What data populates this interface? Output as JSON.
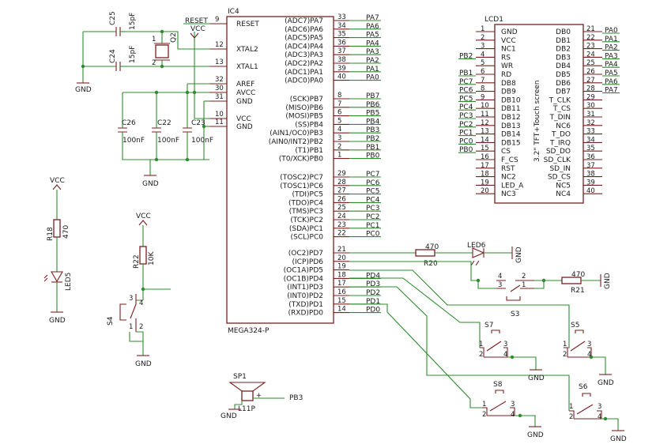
{
  "ic4": {
    "ref": "IC4",
    "part": "MEGA324-P",
    "left_pins": [
      {
        "num": "9",
        "name": "RESET"
      },
      {
        "num": "12",
        "name": "XTAL2"
      },
      {
        "num": "13",
        "name": "XTAL1"
      },
      {
        "num": "32",
        "name": "AREF"
      },
      {
        "num": "30",
        "name": "AVCC"
      },
      {
        "num": "31",
        "name": "GND"
      },
      {
        "num": "10",
        "name": "VCC"
      },
      {
        "num": "11",
        "name": "GND"
      }
    ],
    "right_pins": [
      {
        "num": "33",
        "name": "(ADC7)PA7",
        "net": "PA7"
      },
      {
        "num": "34",
        "name": "(ADC6)PA6",
        "net": "PA6"
      },
      {
        "num": "35",
        "name": "(ADC5)PA5",
        "net": "PA5"
      },
      {
        "num": "36",
        "name": "(ADC4)PA4",
        "net": "PA4"
      },
      {
        "num": "37",
        "name": "(ADC3)PA3",
        "net": "PA3"
      },
      {
        "num": "38",
        "name": "(ADC2)PA2",
        "net": "PA2"
      },
      {
        "num": "39",
        "name": "(ADC1)PA1",
        "net": "PA1"
      },
      {
        "num": "40",
        "name": "(ADC0)PA0",
        "net": "PA0"
      },
      {
        "num": "8",
        "name": "(SCK)PB7",
        "net": "PB7"
      },
      {
        "num": "7",
        "name": "(MISO)PB6",
        "net": "PB6"
      },
      {
        "num": "6",
        "name": "(MOSI)PB5",
        "net": "PB5"
      },
      {
        "num": "5",
        "name": "(SS)PB4",
        "net": "PB4"
      },
      {
        "num": "4",
        "name": "(AIN1/OC0)PB3",
        "net": "PB3"
      },
      {
        "num": "3",
        "name": "(AIN0/INT2)PB2",
        "net": "PB2"
      },
      {
        "num": "2",
        "name": "(T1)PB1",
        "net": "PB1"
      },
      {
        "num": "1",
        "name": "(T0/XCK)PB0",
        "net": "PB0"
      },
      {
        "num": "29",
        "name": "(TOSC2)PC7",
        "net": "PC7"
      },
      {
        "num": "28",
        "name": "(TOSC1)PC6",
        "net": "PC6"
      },
      {
        "num": "27",
        "name": "(TDI)PC5",
        "net": "PC5"
      },
      {
        "num": "26",
        "name": "(TDO)PC4",
        "net": "PC4"
      },
      {
        "num": "25",
        "name": "(TMS)PC3",
        "net": "PC3"
      },
      {
        "num": "24",
        "name": "(TCK)PC2",
        "net": "PC2"
      },
      {
        "num": "23",
        "name": "(SDA)PC1",
        "net": "PC1"
      },
      {
        "num": "22",
        "name": "(SCL)PC0",
        "net": "PC0"
      },
      {
        "num": "21",
        "name": "(OC2)PD7",
        "net": ""
      },
      {
        "num": "20",
        "name": "(ICP)PD6",
        "net": ""
      },
      {
        "num": "19",
        "name": "(OC1A)PD5",
        "net": ""
      },
      {
        "num": "18",
        "name": "(OC1B)PD4",
        "net": "PD4"
      },
      {
        "num": "17",
        "name": "(INT1)PD3",
        "net": "PD3"
      },
      {
        "num": "16",
        "name": "(INT0)PD2",
        "net": "PD2"
      },
      {
        "num": "15",
        "name": "(TXD)PD1",
        "net": "PD1"
      },
      {
        "num": "14",
        "name": "(RXD)PD0",
        "net": "PD0"
      }
    ]
  },
  "lcd1": {
    "ref": "LCD1",
    "title": "3.2\" TFT+Touch screen",
    "left_pins": [
      {
        "num": "1",
        "name": "GND",
        "net": ""
      },
      {
        "num": "2",
        "name": "VCC",
        "net": ""
      },
      {
        "num": "3",
        "name": "NC1",
        "net": ""
      },
      {
        "num": "4",
        "name": "RS",
        "net": "PB2"
      },
      {
        "num": "5",
        "name": "WR",
        "net": ""
      },
      {
        "num": "6",
        "name": "RD",
        "net": "PB1"
      },
      {
        "num": "7",
        "name": "DB8",
        "net": "PC7"
      },
      {
        "num": "8",
        "name": "DB9",
        "net": "PC6"
      },
      {
        "num": "9",
        "name": "DB10",
        "net": "PC5"
      },
      {
        "num": "10",
        "name": "DB11",
        "net": "PC4"
      },
      {
        "num": "11",
        "name": "DB12",
        "net": "PC3"
      },
      {
        "num": "12",
        "name": "DB13",
        "net": "PC2"
      },
      {
        "num": "13",
        "name": "DB14",
        "net": "PC1"
      },
      {
        "num": "14",
        "name": "DB15",
        "net": "PC0"
      },
      {
        "num": "15",
        "name": "CS",
        "net": "PB0"
      },
      {
        "num": "16",
        "name": "F_CS",
        "net": ""
      },
      {
        "num": "17",
        "name": "RST",
        "net": ""
      },
      {
        "num": "18",
        "name": "NC2",
        "net": ""
      },
      {
        "num": "19",
        "name": "LED_A",
        "net": ""
      },
      {
        "num": "20",
        "name": "NC3",
        "net": ""
      }
    ],
    "right_pins": [
      {
        "num": "21",
        "name": "DB0",
        "net": "PA0"
      },
      {
        "num": "22",
        "name": "DB1",
        "net": "PA1"
      },
      {
        "num": "23",
        "name": "DB2",
        "net": "PA2"
      },
      {
        "num": "24",
        "name": "DB3",
        "net": "PA3"
      },
      {
        "num": "25",
        "name": "DB4",
        "net": "PA4"
      },
      {
        "num": "26",
        "name": "DB5",
        "net": "PA5"
      },
      {
        "num": "27",
        "name": "DB6",
        "net": "PA6"
      },
      {
        "num": "28",
        "name": "DB7",
        "net": "PA7"
      },
      {
        "num": "29",
        "name": "T_CLK",
        "net": ""
      },
      {
        "num": "30",
        "name": "T_CS",
        "net": ""
      },
      {
        "num": "31",
        "name": "T_DIN",
        "net": ""
      },
      {
        "num": "32",
        "name": "NC6",
        "net": ""
      },
      {
        "num": "33",
        "name": "T_DO",
        "net": ""
      },
      {
        "num": "34",
        "name": "T_IRQ",
        "net": ""
      },
      {
        "num": "35",
        "name": "SD_DO",
        "net": ""
      },
      {
        "num": "36",
        "name": "SD_CLK",
        "net": ""
      },
      {
        "num": "37",
        "name": "SD_IN",
        "net": ""
      },
      {
        "num": "38",
        "name": "SD_CS",
        "net": ""
      },
      {
        "num": "39",
        "name": "NC5",
        "net": ""
      },
      {
        "num": "40",
        "name": "NC4",
        "net": ""
      }
    ]
  },
  "parts": {
    "c25": {
      "ref": "C25",
      "value": "15pF"
    },
    "c24": {
      "ref": "C24",
      "value": "15pF"
    },
    "c26": {
      "ref": "C26",
      "value": "100nF"
    },
    "c22": {
      "ref": "C22",
      "value": "100nF"
    },
    "c23": {
      "ref": "C23",
      "value": "100nF"
    },
    "q2": {
      "ref": "Q2",
      "pin1": "1",
      "pin2": "2"
    },
    "r18": {
      "ref": "R18",
      "value": "470"
    },
    "led": {
      "ref": "LED5"
    },
    "r22": {
      "ref": "R22",
      "value": "10K"
    },
    "s4": {
      "ref": "S4",
      "pin3": "3",
      "pin4": "4",
      "pin1": "1",
      "pin2": "2"
    },
    "r20": {
      "ref": "R20",
      "value": "470"
    },
    "led6": {
      "ref": "LED6"
    },
    "r21": {
      "ref": "R21",
      "value": "470"
    },
    "s3": {
      "ref": "S3",
      "pin4": "4",
      "pin2": "2",
      "pin3": "3",
      "pin1": "1"
    },
    "s7": {
      "ref": "S7",
      "pin1": "1",
      "pin2": "2",
      "pin3": "3",
      "pin4": "4"
    },
    "s5": {
      "ref": "S5",
      "pin1": "1",
      "pin2": "2",
      "pin3": "3",
      "pin4": "4"
    },
    "s8": {
      "ref": "S8",
      "pin1": "1",
      "pin2": "2",
      "pin3": "3",
      "pin4": "4"
    },
    "s6": {
      "ref": "S6",
      "pin1": "1",
      "pin2": "2",
      "pin3": "3",
      "pin4": "4"
    },
    "sp1": {
      "ref": "SP1",
      "value": "L11P",
      "plus": "+",
      "net": "PB3"
    }
  },
  "nets": {
    "reset": "RESET",
    "vcc": "VCC",
    "gnd": "GND"
  }
}
